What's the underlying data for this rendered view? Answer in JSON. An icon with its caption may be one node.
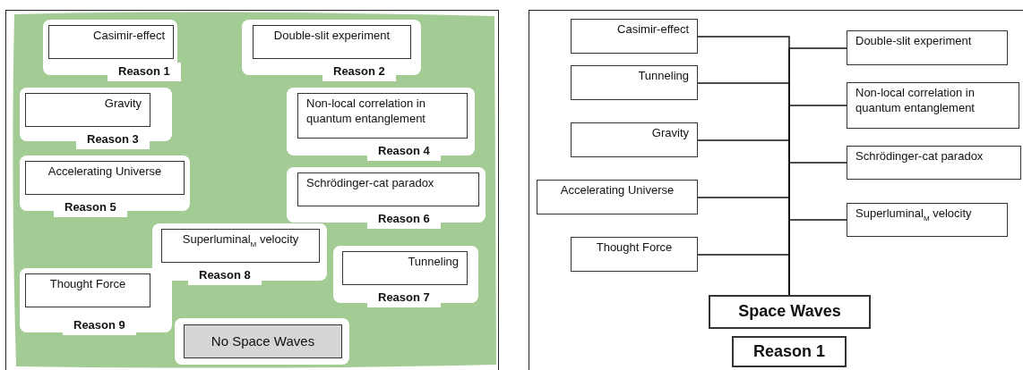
{
  "diagram": {
    "nodes": [
      {
        "text": [
          "Casimir-effect"
        ],
        "beside": [
          "Reason 1"
        ]
      },
      {
        "text": [
          "Double-slit experiment"
        ],
        "beside": [
          "Reason 2"
        ]
      },
      {
        "text": [
          "Gravity"
        ],
        "beside": [
          "Reason 3"
        ]
      },
      {
        "text": [
          "Non-local correlation in quantum entanglement"
        ],
        "beside": [
          "Reason 4"
        ]
      },
      {
        "text": [
          "Accelerating Universe"
        ],
        "beside": [
          "Reason 5"
        ]
      },
      {
        "text": [
          "Schrödinger-cat paradox"
        ],
        "beside": [
          "Reason 6"
        ]
      },
      {
        "text": [
          "Superluminal$_{M}$ velocity"
        ],
        "beside": [
          "Reason 8"
        ]
      },
      {
        "text": [
          "Tunneling"
        ],
        "beside": [
          "Reason 7"
        ]
      },
      {
        "text": [
          "Thought Force"
        ],
        "beside": [
          "Reason 9"
        ]
      },
      {
        "text": [
          "No Space Waves"
        ]
      },
      {
        "text": [
          "Casimir-effect"
        ]
      },
      {
        "text": [
          "Double-slit experiment"
        ]
      },
      {
        "text": [
          "Tunneling"
        ]
      },
      {
        "text": [
          "Non-local correlation in quantum entanglement"
        ]
      },
      {
        "text": [
          "Gravity"
        ]
      },
      {
        "text": [
          "Schrödinger-cat paradox"
        ]
      },
      {
        "text": [
          "Accelerating Universe"
        ]
      },
      {
        "text": [
          "Superluminal$_{M}$ velocity"
        ]
      },
      {
        "text": [
          "Thought Force"
        ]
      },
      {
        "text": [
          "Space Waves"
        ]
      },
      {
        "text": [
          "Reason 1"
        ]
      }
    ],
    "edges": [
      {
        "from": 10,
        "to": 19,
        "arrow": "none"
      },
      {
        "from": 11,
        "to": 19,
        "arrow": "none"
      },
      {
        "from": 12,
        "to": 19,
        "arrow": "none"
      },
      {
        "from": 13,
        "to": 19,
        "arrow": "none"
      },
      {
        "from": 14,
        "to": 19,
        "arrow": "none"
      },
      {
        "from": 15,
        "to": 19,
        "arrow": "none"
      },
      {
        "from": 16,
        "to": 19,
        "arrow": "none"
      },
      {
        "from": 17,
        "to": 19,
        "arrow": "none"
      },
      {
        "from": 18,
        "to": 19,
        "arrow": "none"
      }
    ]
  }
}
